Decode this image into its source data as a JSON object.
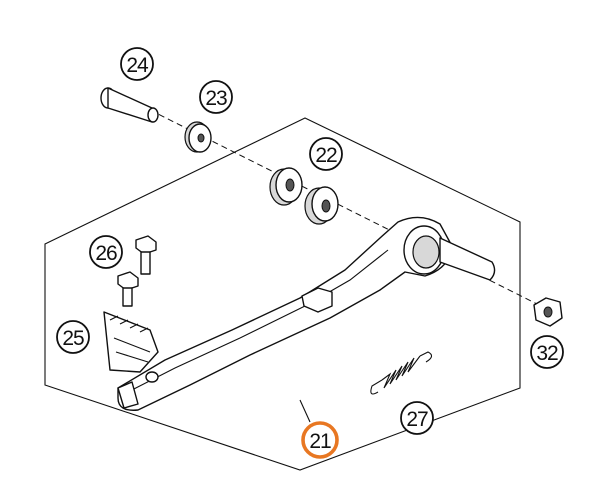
{
  "callouts": [
    {
      "id": "c24",
      "label": "24",
      "highlight": false
    },
    {
      "id": "c23",
      "label": "23",
      "highlight": false
    },
    {
      "id": "c22",
      "label": "22",
      "highlight": false
    },
    {
      "id": "c26",
      "label": "26",
      "highlight": false
    },
    {
      "id": "c25",
      "label": "25",
      "highlight": false
    },
    {
      "id": "c32",
      "label": "32",
      "highlight": false
    },
    {
      "id": "c27",
      "label": "27",
      "highlight": false
    },
    {
      "id": "c21",
      "label": "21",
      "highlight": true
    }
  ],
  "colors": {
    "highlight": "#e87722",
    "line": "#111111"
  }
}
